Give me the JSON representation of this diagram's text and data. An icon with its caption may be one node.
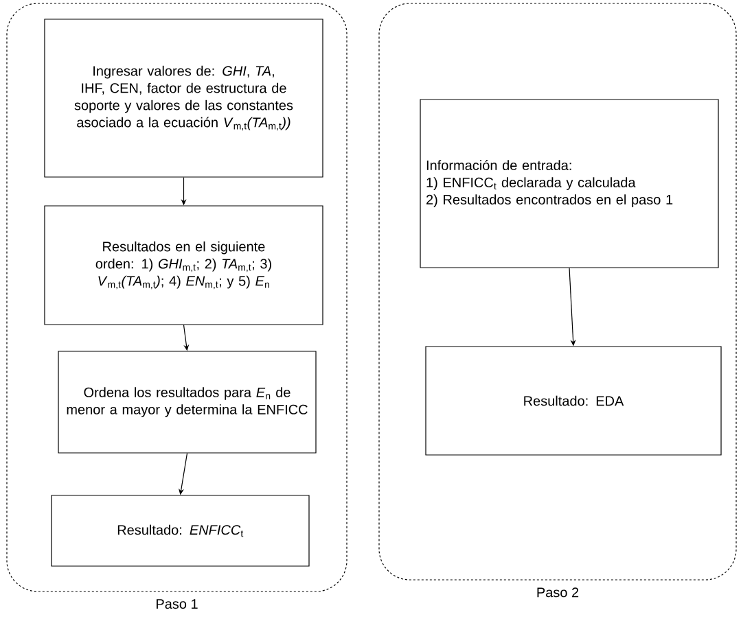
{
  "diagram": {
    "nodes": [
      {
        "text": [
          "Paso 1"
        ]
      },
      {
        "text": [
          "Ingresar valores de: *GHI*, *TA*, IHF, CEN, factor de estructura de soporte y valores de las constantes asociado a la ecuación *V*$_{m,t}$*(TA*$_{m,t}$*))*"
        ],
        "in": 0
      },
      {
        "text": [
          "Resultados en el siguiente orden: 1) *GHI*$_{m,t}$; 2) *TA*$_{m,t}$; 3) *V*$_{m,t}$*(TA*$_{m,t}$*)*; 4) *EN*$_{m,t}$; y 5) *E*$_{n}$"
        ],
        "in": 0
      },
      {
        "text": [
          "Ordena los resultados para *E*$_{n}$ de menor a mayor y determina la ENFICC"
        ],
        "in": 0
      },
      {
        "text": [
          "Resultado: *ENFICC*$_{t}$"
        ],
        "in": 0
      },
      {
        "text": [
          "Paso 2"
        ]
      },
      {
        "text": [
          "Información de entrada:",
          "1) ENFICC$_{t}$ declarada y calculada",
          "2) Resultados encontrados en el paso 1"
        ],
        "in": 5
      },
      {
        "text": [
          "Resultado: EDA"
        ],
        "in": 5
      }
    ],
    "edges": [
      {
        "from": 1,
        "to": 2,
        "arrow": "to"
      },
      {
        "from": 2,
        "to": 3,
        "arrow": "to"
      },
      {
        "from": 3,
        "to": 4,
        "arrow": "to"
      },
      {
        "from": 6,
        "to": 7,
        "arrow": "to"
      }
    ]
  }
}
